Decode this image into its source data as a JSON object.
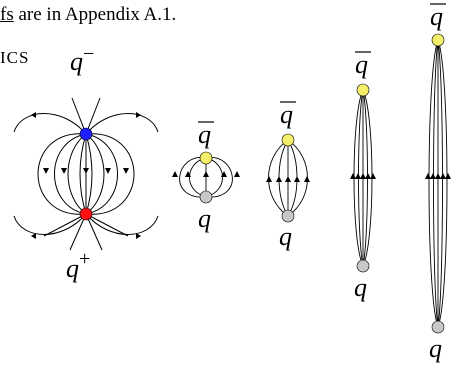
{
  "text": {
    "line1_prefix": "fs",
    "line1_rest": " are in Appendix A.1.",
    "line2": "ICS"
  },
  "figure": {
    "dipole": {
      "top_label": "q",
      "top_superscript": "−",
      "bottom_label": "q",
      "bottom_superscript": "+",
      "colors": {
        "negative": "#1f1fff",
        "positive": "#ff1010"
      }
    },
    "tubes": [
      {
        "top_label": "q",
        "top_overline": true,
        "bottom_label": "q"
      },
      {
        "top_label": "q",
        "top_overline": true,
        "bottom_label": "q"
      },
      {
        "top_label": "q",
        "top_overline": true,
        "bottom_label": "q"
      },
      {
        "top_label": "q",
        "top_overline": true,
        "bottom_label": "q"
      }
    ],
    "colors": {
      "antiquark": "#f5ee6a",
      "quark": "#c8c8c8",
      "line": "#000000"
    }
  }
}
